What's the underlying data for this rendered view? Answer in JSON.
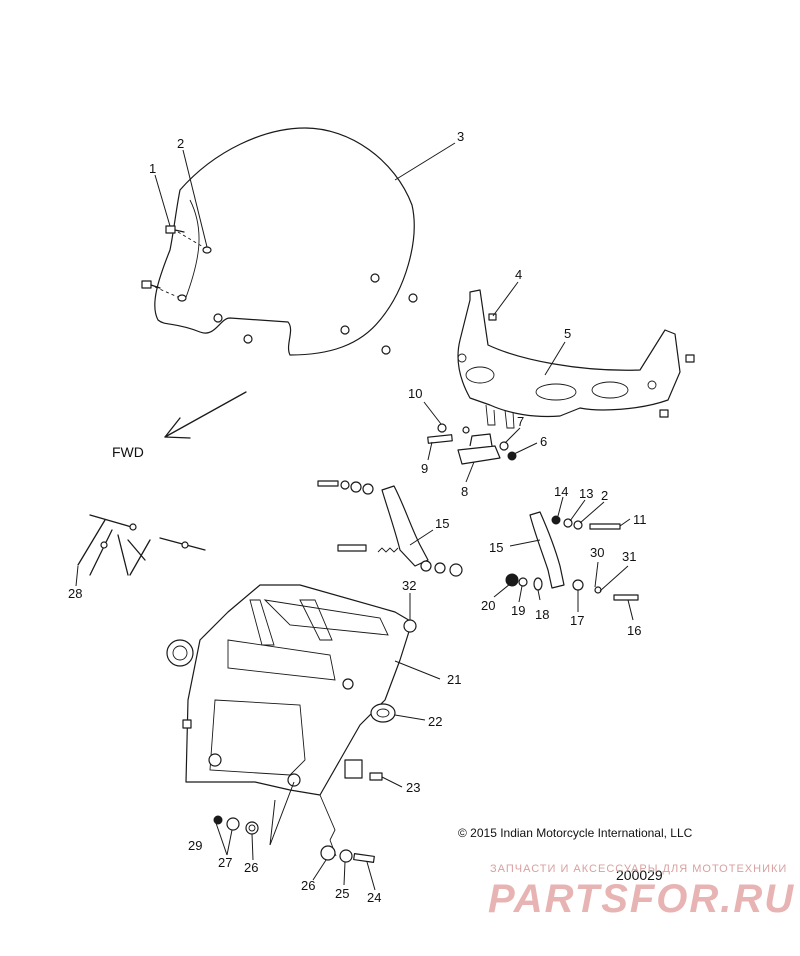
{
  "diagram": {
    "direction_label": "FWD",
    "copyright": "© 2015 Indian Motorcycle International, LLC",
    "figure_number": "200029",
    "callouts": [
      {
        "n": "1"
      },
      {
        "n": "2"
      },
      {
        "n": "3"
      },
      {
        "n": "4"
      },
      {
        "n": "5"
      },
      {
        "n": "6"
      },
      {
        "n": "7"
      },
      {
        "n": "8"
      },
      {
        "n": "9"
      },
      {
        "n": "10"
      },
      {
        "n": "11"
      },
      {
        "n": "2"
      },
      {
        "n": "13"
      },
      {
        "n": "14"
      },
      {
        "n": "15"
      },
      {
        "n": "15"
      },
      {
        "n": "16"
      },
      {
        "n": "17"
      },
      {
        "n": "18"
      },
      {
        "n": "19"
      },
      {
        "n": "20"
      },
      {
        "n": "21"
      },
      {
        "n": "22"
      },
      {
        "n": "23"
      },
      {
        "n": "24"
      },
      {
        "n": "25"
      },
      {
        "n": "26"
      },
      {
        "n": "26"
      },
      {
        "n": "27"
      },
      {
        "n": "28"
      },
      {
        "n": "29"
      },
      {
        "n": "30"
      },
      {
        "n": "31"
      },
      {
        "n": "32"
      }
    ]
  },
  "watermark": {
    "top_text": "ЗАПЧАСТИ И АКСЕССУАРЫ ДЛЯ МОТОТЕХНИКИ",
    "brand_text": "PARTSFOR.RU"
  }
}
